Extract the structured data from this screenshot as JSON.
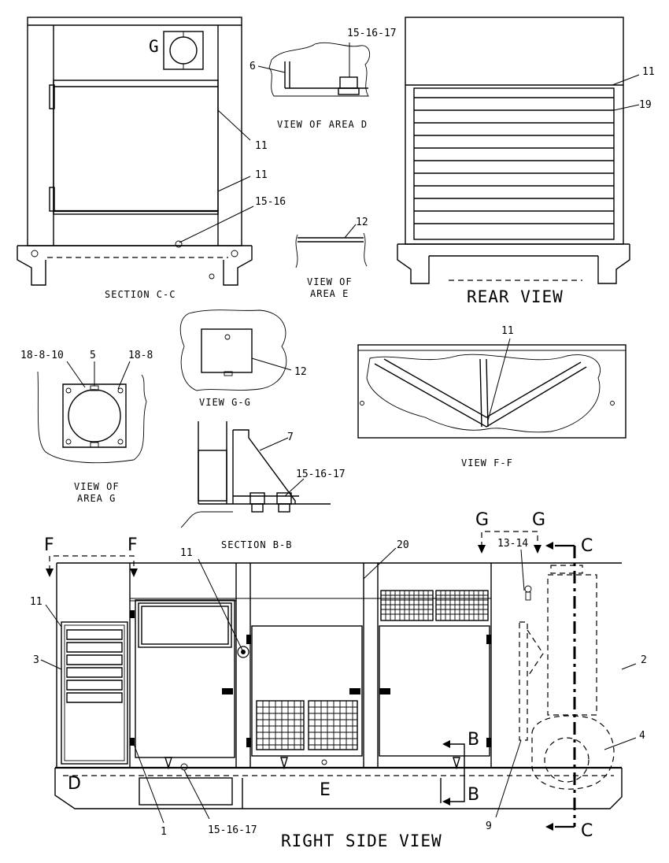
{
  "captions": {
    "section_cc": "SECTION C-C",
    "view_area_d": "VIEW OF AREA D",
    "rear_view": "REAR VIEW",
    "view_area_e_1": "VIEW OF",
    "view_area_e_2": "AREA E",
    "view_gg": "VIEW G-G",
    "view_area_g_1": "VIEW OF",
    "view_area_g_2": "AREA G",
    "view_ff": "VIEW F-F",
    "section_bb": "SECTION B-B",
    "right_side_view": "RIGHT SIDE VIEW"
  },
  "callouts": {
    "cc_11a": "11",
    "cc_11b": "11",
    "cc_15_16": "15-16",
    "d_6": "6",
    "d_15_16_17": "15-16-17",
    "rear_11": "11",
    "rear_19": "19",
    "e_12": "12",
    "g_18_8_10": "18-8-10",
    "g_5": "5",
    "g_18_8": "18-8",
    "gg_12": "12",
    "ff_11": "11",
    "bb_7": "7",
    "bb_15_16_17": "15-16-17",
    "rs_11_top": "11",
    "rs_20": "20",
    "rs_13_14": "13-14",
    "rs_11_left": "11",
    "rs_3": "3",
    "rs_2": "2",
    "rs_4": "4",
    "rs_1": "1",
    "rs_15_16_17": "15-16-17",
    "rs_9": "9"
  },
  "section_letters": {
    "g_on_cc": "G",
    "f_left": "F",
    "f_right": "F",
    "g_left": "G",
    "g_right": "G",
    "c_top": "C",
    "c_bottom": "C",
    "b_top": "B",
    "b_bottom": "B",
    "d": "D",
    "e": "E"
  }
}
